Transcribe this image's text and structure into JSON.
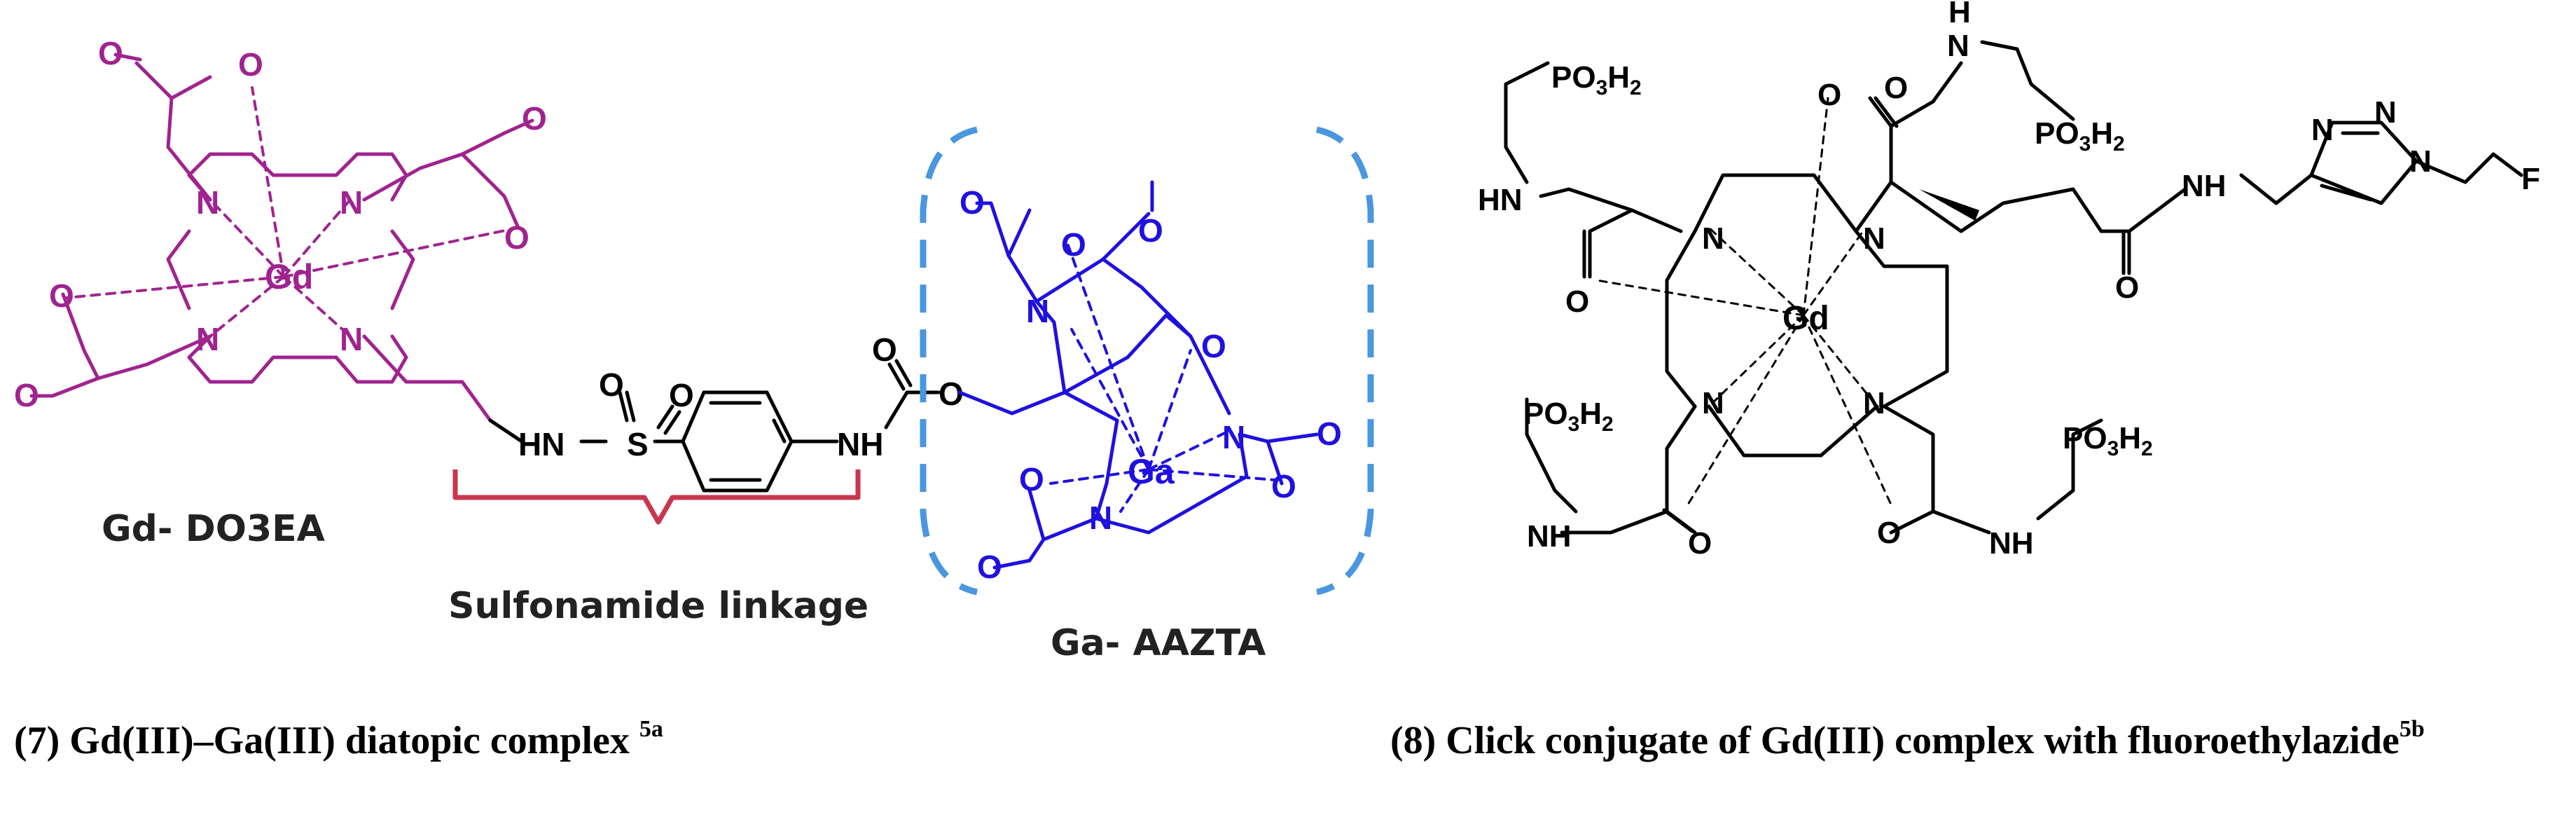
{
  "colors": {
    "gd_complex": "#a0238f",
    "ga_complex": "#1f10e0",
    "linker": "#000000",
    "bracket_linkage": "#c8374e",
    "dashed_box": "#4a96e0"
  },
  "structure7": {
    "do3ea_metal": "Gd",
    "aazta_metal": "Ga",
    "label_gd_do3ea": "Gd- DO3EA",
    "label_linkage": "Sulfonamide linkage",
    "label_ga_aazta": "Ga- AAZTA",
    "atoms": {
      "N": "N",
      "O": "O",
      "S": "S",
      "HN": "HN",
      "NH": "NH"
    }
  },
  "structure8": {
    "metal": "Gd",
    "atoms": {
      "N": "N",
      "O": "O",
      "HN": "HN",
      "NH": "NH",
      "H": "H",
      "F": "F",
      "PO": "PO",
      "H2": "H",
      "sub3": "3",
      "sub2": "2"
    }
  },
  "captions": {
    "c7_text": "(7) Gd(III)–Ga(III) diatopic complex ",
    "c7_sup": "5a",
    "c8_text": "(8) Click conjugate of Gd(III) complex with fluoroethylazide",
    "c8_sup": "5b"
  }
}
